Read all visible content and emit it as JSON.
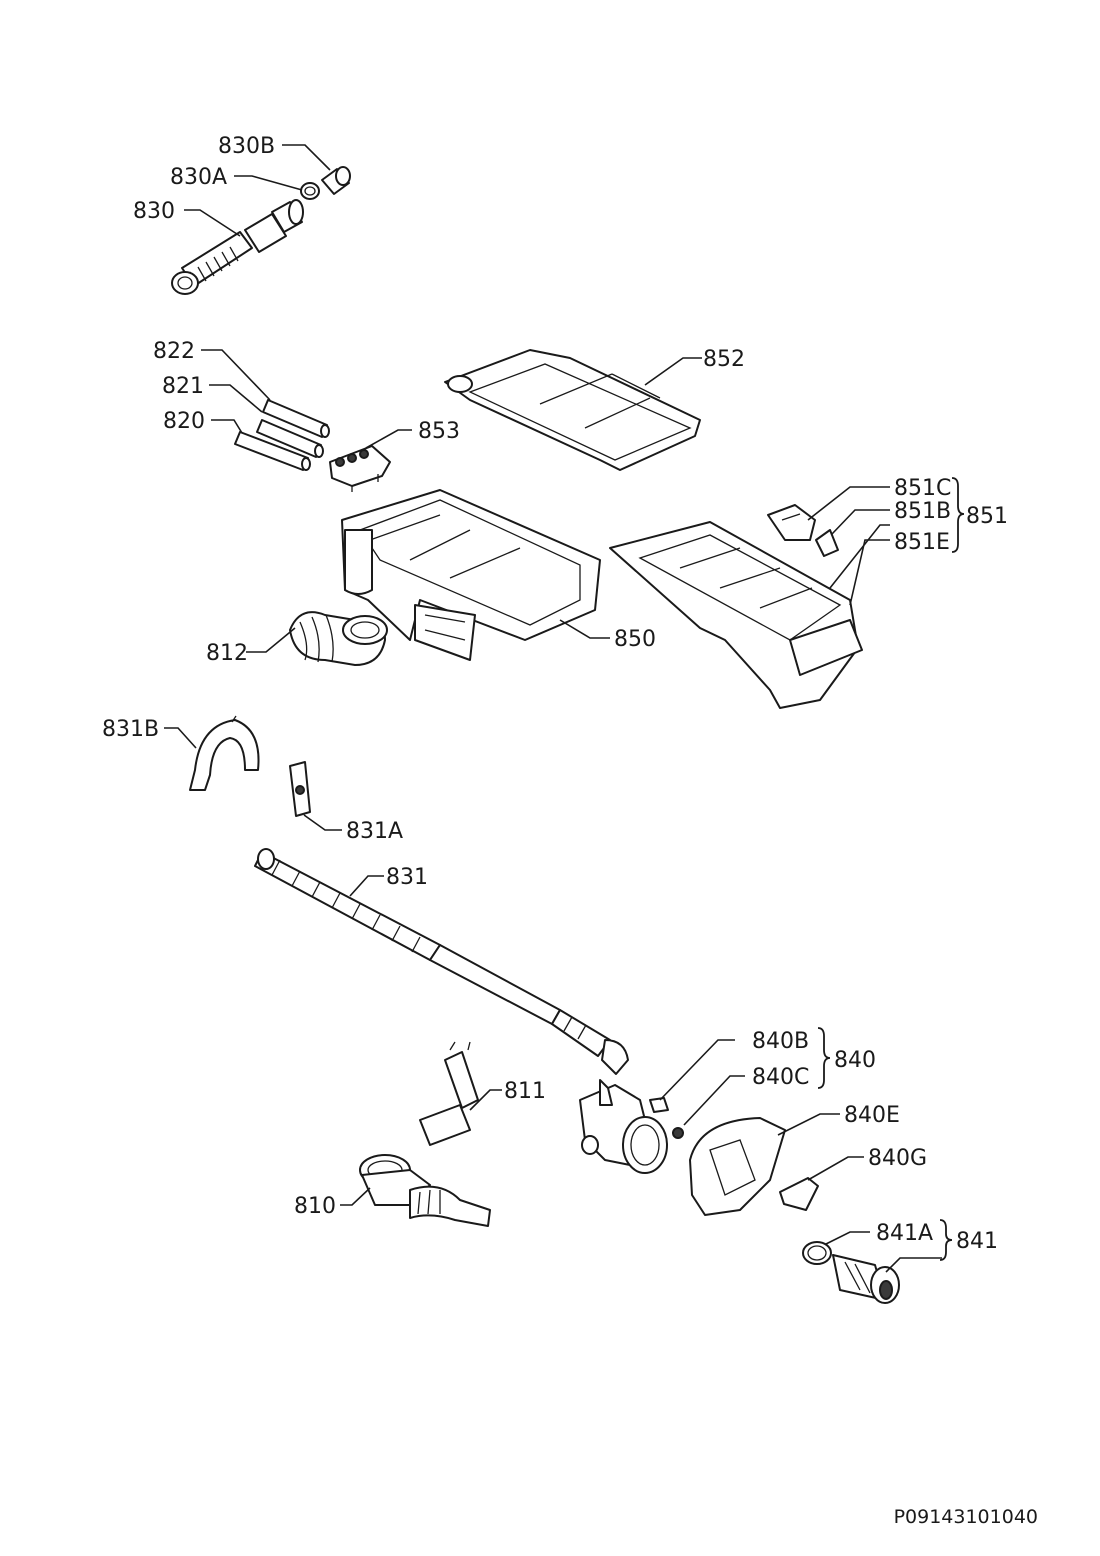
{
  "labels": {
    "p830B": "830B",
    "p830A": "830A",
    "p830": "830",
    "p822": "822",
    "p821": "821",
    "p820": "820",
    "p852": "852",
    "p853": "853",
    "p851C": "851C",
    "p851B": "851B",
    "p851E": "851E",
    "p851": "851",
    "p812": "812",
    "p850": "850",
    "p831B": "831B",
    "p831A": "831A",
    "p831": "831",
    "p840B": "840B",
    "p840C": "840C",
    "p840": "840",
    "p811": "811",
    "p840E": "840E",
    "p840G": "840G",
    "p810": "810",
    "p841A": "841A",
    "p841": "841"
  },
  "document_id": "P09143101040"
}
